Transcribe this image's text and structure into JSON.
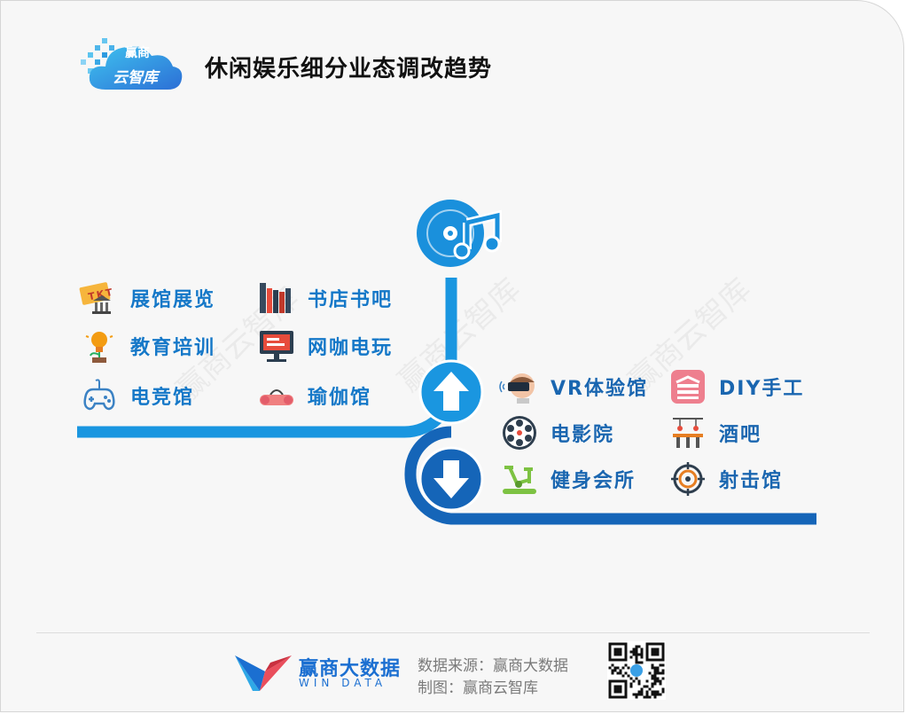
{
  "header": {
    "title": "休闲娱乐细分业态调改趋势",
    "logo_line1": "赢商",
    "logo_line2": "云智库"
  },
  "watermark": "赢商云智库",
  "top_icon": "music-disc-icon",
  "up_items": [
    {
      "label": "展馆展览",
      "icon": "ticket-museum-icon"
    },
    {
      "label": "书店书吧",
      "icon": "books-icon"
    },
    {
      "label": "教育培训",
      "icon": "lightbulb-icon"
    },
    {
      "label": "网咖电玩",
      "icon": "computer-icon"
    },
    {
      "label": "电竞馆",
      "icon": "gamepad-icon"
    },
    {
      "label": "瑜伽馆",
      "icon": "yoga-mat-icon"
    }
  ],
  "down_items": [
    {
      "label": "VR体验馆",
      "icon": "vr-headset-icon"
    },
    {
      "label": "DIY手工",
      "icon": "sewing-icon"
    },
    {
      "label": "电影院",
      "icon": "film-reel-icon"
    },
    {
      "label": "酒吧",
      "icon": "bar-counter-icon"
    },
    {
      "label": "健身会所",
      "icon": "exercise-bike-icon"
    },
    {
      "label": "射击馆",
      "icon": "target-icon"
    }
  ],
  "footer": {
    "brand_name": "赢商大数据",
    "brand_en": "WIN DATA",
    "source_line": "数据来源：赢商大数据",
    "made_by_line": "制图：赢商云智库"
  },
  "colors": {
    "up_blue": "#1a96e0",
    "down_blue": "#1565b8",
    "label_up": "#1578c8",
    "label_down": "#1a66b0"
  }
}
